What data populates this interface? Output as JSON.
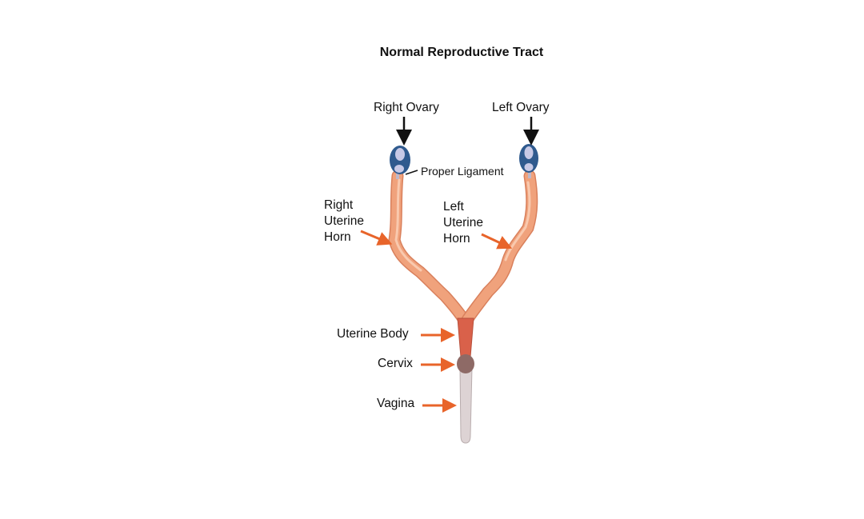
{
  "title": "Normal Reproductive Tract",
  "labels": {
    "right_ovary": "Right Ovary",
    "left_ovary": "Left Ovary",
    "proper_ligament": "Proper Ligament",
    "right_uterine_horn": [
      "Right",
      "Uterine",
      "Horn"
    ],
    "left_uterine_horn": [
      "Left",
      "Uterine",
      "Horn"
    ],
    "uterine_body": "Uterine Body",
    "cervix": "Cervix",
    "vagina": "Vagina"
  },
  "colors": {
    "horn": "#f0a27c",
    "horn_highlight": "#f9c9ae",
    "horn_edge": "#d9805c",
    "uterine_body": "#d9614a",
    "cervix": "#8e6a66",
    "vagina": "#ddd3d4",
    "ovary": "#2f5a8e",
    "follicle": "#c7c9e6",
    "arrow_orange": "#e8642a",
    "arrow_black": "#111111"
  }
}
